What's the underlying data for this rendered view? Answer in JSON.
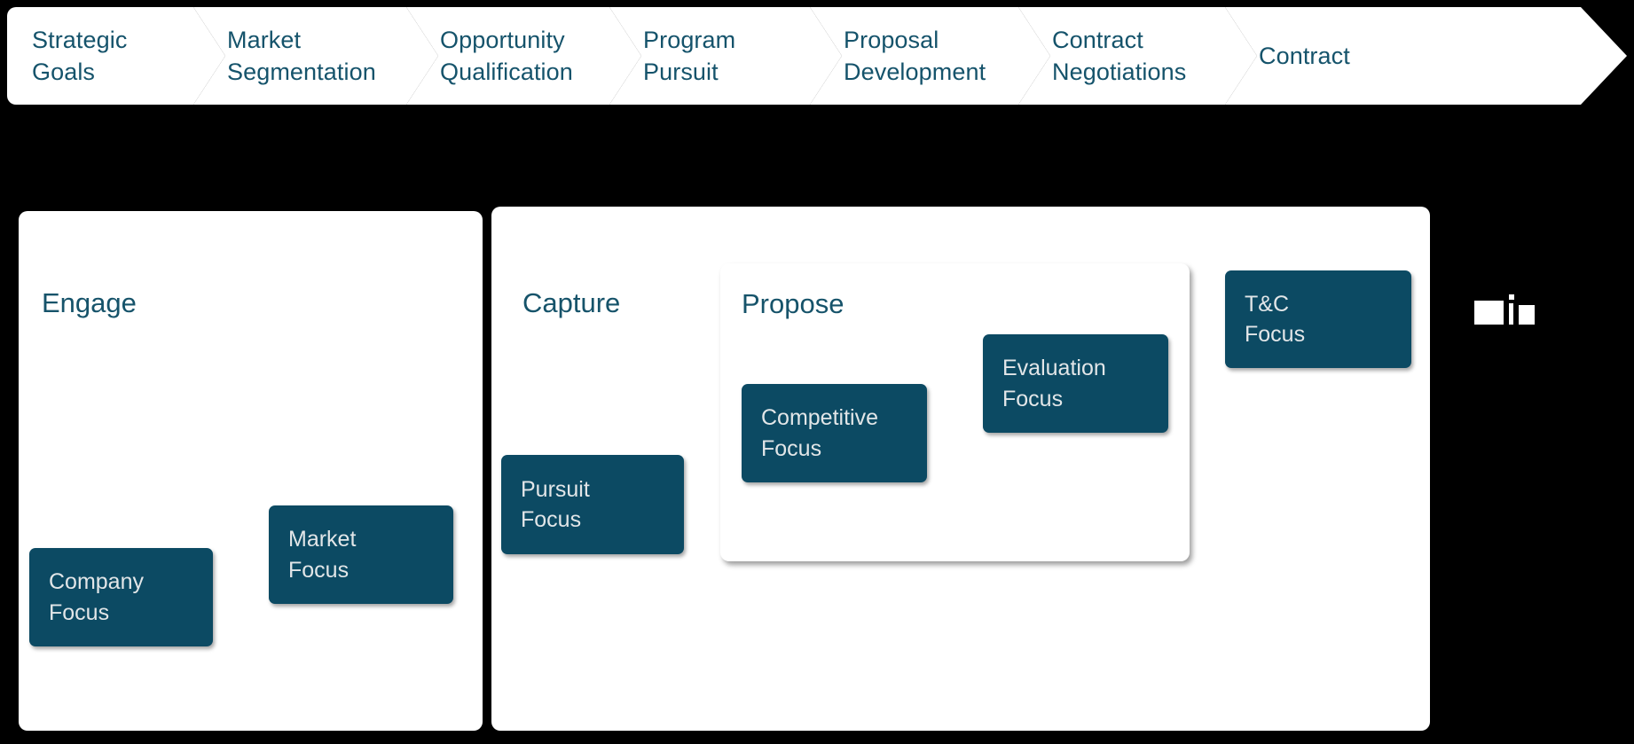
{
  "process_band": {
    "name": "business-development-lifecycle",
    "text_color": "#15536b",
    "background": "#ffffff",
    "stages": [
      {
        "id": "strategic-goals",
        "label": "Strategic\nGoals"
      },
      {
        "id": "market-segmentation",
        "label": "Market\nSegmentation"
      },
      {
        "id": "opportunity-qualification",
        "label": "Opportunity\nQualification"
      },
      {
        "id": "program-pursuit",
        "label": "Program\nPursuit"
      },
      {
        "id": "proposal-development",
        "label": "Proposal\nDevelopment"
      },
      {
        "id": "contract-negotiations",
        "label": "Contract\nNegotiations"
      },
      {
        "id": "contract",
        "label": "Contract"
      }
    ]
  },
  "phases": {
    "engage": {
      "title": "Engage"
    },
    "capture": {
      "title": "Capture"
    },
    "propose": {
      "title": "Propose"
    }
  },
  "focus_chips": [
    {
      "id": "company-focus",
      "label": "Company\nFocus",
      "parent": "engage"
    },
    {
      "id": "market-focus",
      "label": "Market\nFocus",
      "parent": "engage"
    },
    {
      "id": "pursuit-focus",
      "label": "Pursuit\nFocus",
      "parent": "capture"
    },
    {
      "id": "competitive-focus",
      "label": "Competitive\nFocus",
      "parent": "propose"
    },
    {
      "id": "evaluation-focus",
      "label": "Evaluation\nFocus",
      "parent": "propose"
    },
    {
      "id": "tc-focus",
      "label": "T&C\nFocus",
      "parent": "capture"
    }
  ],
  "colors": {
    "background": "#000000",
    "card_surface": "#ffffff",
    "accent_dark_blue": "#0c4a63",
    "heading_teal": "#16536a",
    "chip_text": "#e2e6e8"
  }
}
